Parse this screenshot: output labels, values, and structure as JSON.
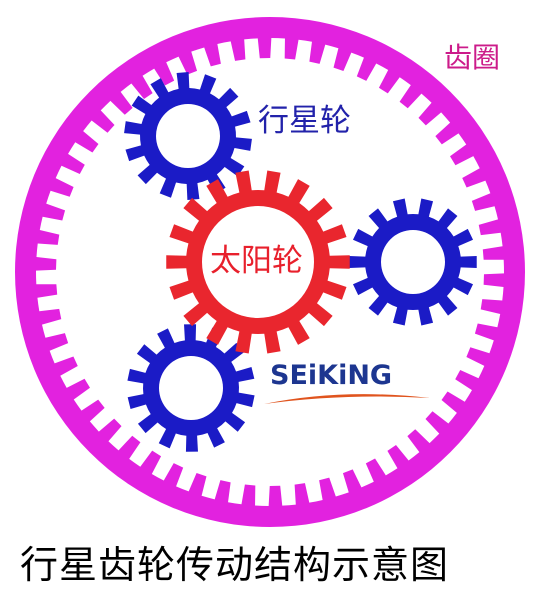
{
  "labels": {
    "ring_gear": "齿圈",
    "planet_gear": "行星轮",
    "sun_gear": "太阳轮"
  },
  "brand": {
    "logo_text": "SEiKiNG"
  },
  "caption": "行星齿轮传动结构示意图",
  "colors": {
    "ring": "#e222df",
    "ring_label": "#cc1b8a",
    "sun": "#e9262e",
    "sun_label": "#e8202c",
    "planet": "#1b1bc6",
    "planet_label": "#2222aa",
    "brand_text": "#1d3690",
    "brand_swoosh": "#e0541e"
  },
  "gears": {
    "ring": {
      "internal_teeth": 54
    },
    "sun": {
      "teeth": 18
    },
    "planets": [
      {
        "name": "planet-top",
        "teeth": 14
      },
      {
        "name": "planet-right",
        "teeth": 14
      },
      {
        "name": "planet-bottom",
        "teeth": 14
      }
    ]
  }
}
